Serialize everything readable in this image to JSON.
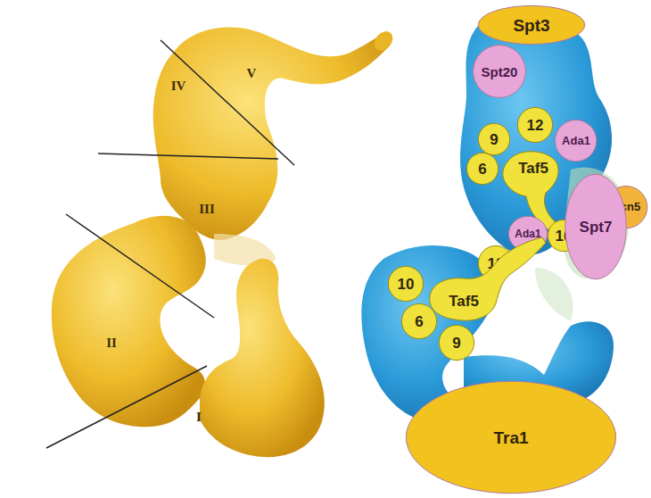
{
  "diagram": {
    "nodes": [
      {
        "text": [
          "Spt3"
        ]
      },
      {
        "text": [
          "Spt20"
        ]
      },
      {
        "text": [
          "12"
        ]
      },
      {
        "text": [
          "9"
        ]
      },
      {
        "text": [
          "Ada1"
        ]
      },
      {
        "text": [
          "6"
        ]
      },
      {
        "text": [
          "Taf5"
        ]
      },
      {
        "text": [
          "Ada1"
        ]
      },
      {
        "text": [
          "10"
        ]
      },
      {
        "text": [
          "Gcn5"
        ]
      },
      {
        "text": [
          "Spt7"
        ]
      },
      {
        "text": [
          "12"
        ]
      },
      {
        "text": [
          "10"
        ]
      },
      {
        "text": [
          "Taf5"
        ]
      },
      {
        "text": [
          "6"
        ]
      },
      {
        "text": [
          "9"
        ]
      },
      {
        "text": [
          "Tra1"
        ]
      }
    ],
    "labels": [
      "V",
      "IV",
      "III",
      "II",
      "I"
    ]
  }
}
